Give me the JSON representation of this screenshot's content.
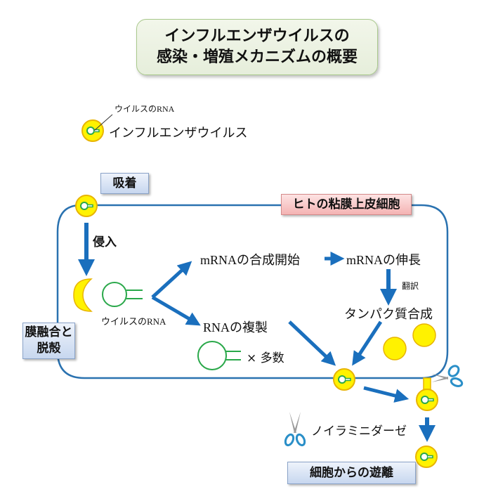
{
  "title": {
    "line1": "インフルエンザウイルスの",
    "line2": "感染・増殖メカニズムの概要"
  },
  "legend": {
    "rna_label": "ウイルスのRNA",
    "virus_label": "インフルエンザウイルス"
  },
  "stages": {
    "adsorption": "吸着",
    "cell": "ヒトの粘膜上皮細胞",
    "entry": "侵入",
    "fusion_line1": "膜融合と",
    "fusion_line2": "脱殻",
    "release": "細胞からの遊離"
  },
  "process": {
    "mrna_start": "mRNAの合成開始",
    "mrna_elongation": "mRNAの伸長",
    "translation": "翻訳",
    "protein_synthesis": "タンパク質合成",
    "rna_replication": "RNAの複製",
    "viral_rna": "ウイルスのRNA",
    "many": "× 多数",
    "neuraminidase": "ノイラミニダーゼ"
  },
  "colors": {
    "arrow": "#1a6fbd",
    "membrane": "#2a72b0",
    "virus_fill": "#fff200",
    "virus_stroke": "#e8b400",
    "rna": "#2aa84a",
    "scissors_blade": "#9a9a9a",
    "scissors_handle": "#2a8fc8"
  }
}
